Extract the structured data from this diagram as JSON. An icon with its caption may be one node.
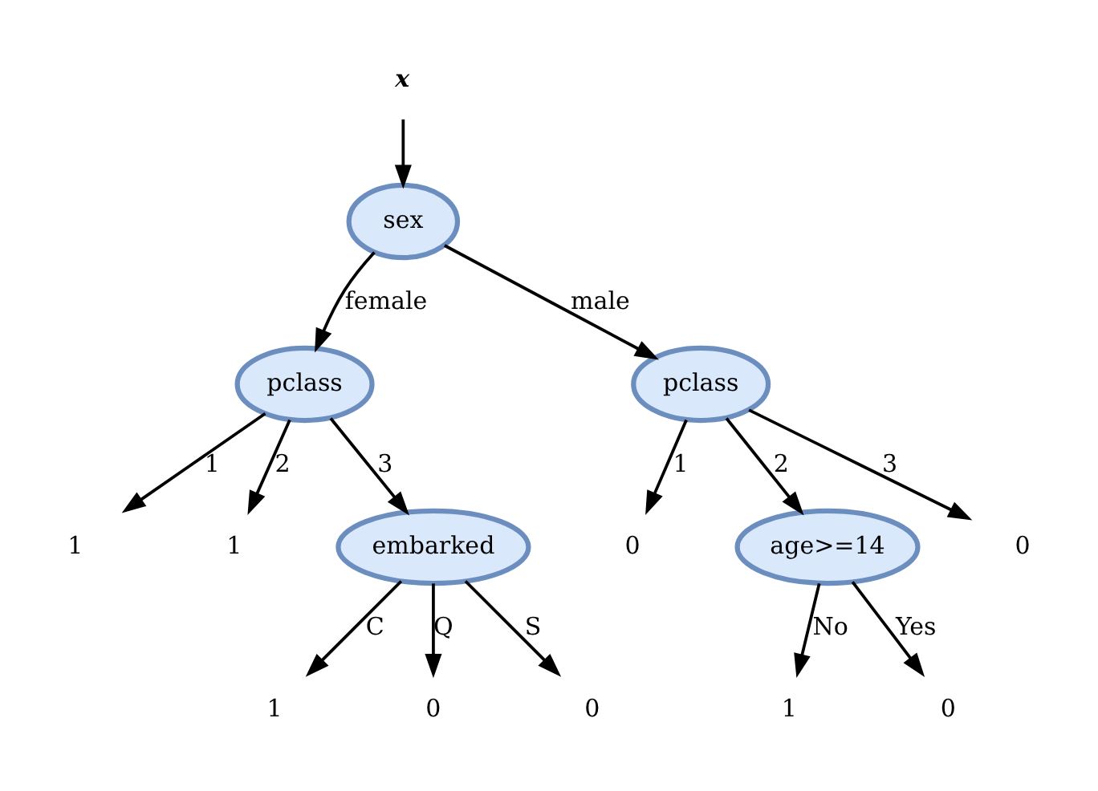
{
  "diagram": {
    "nodes": [
      {
        "text": [
          "x"
        ]
      },
      {
        "text": [
          "sex"
        ]
      },
      {
        "text": [
          "pclass"
        ]
      },
      {
        "text": [
          "pclass"
        ]
      },
      {
        "text": [
          "1"
        ]
      },
      {
        "text": [
          "1"
        ]
      },
      {
        "text": [
          "embarked"
        ]
      },
      {
        "text": [
          "0"
        ]
      },
      {
        "text": [
          "age>=14"
        ]
      },
      {
        "text": [
          "0"
        ]
      },
      {
        "text": [
          "1"
        ]
      },
      {
        "text": [
          "0"
        ]
      },
      {
        "text": [
          "0"
        ]
      },
      {
        "text": [
          "1"
        ]
      },
      {
        "text": [
          "0"
        ]
      }
    ],
    "edges": [
      {
        "from": 0,
        "to": 1,
        "arrow": "to"
      },
      {
        "from": 1,
        "to": 2,
        "arrow": "to",
        "label": "female"
      },
      {
        "from": 1,
        "to": 3,
        "arrow": "to",
        "label": "male"
      },
      {
        "from": 2,
        "to": 4,
        "arrow": "to",
        "label": "1"
      },
      {
        "from": 2,
        "to": 5,
        "arrow": "to",
        "label": "2"
      },
      {
        "from": 2,
        "to": 6,
        "arrow": "to",
        "label": "3"
      },
      {
        "from": 3,
        "to": 7,
        "arrow": "to",
        "label": "1"
      },
      {
        "from": 3,
        "to": 8,
        "arrow": "to",
        "label": "2"
      },
      {
        "from": 3,
        "to": 9,
        "arrow": "to",
        "label": "3"
      },
      {
        "from": 6,
        "to": 10,
        "arrow": "to",
        "label": "C"
      },
      {
        "from": 6,
        "to": 11,
        "arrow": "to",
        "label": "Q"
      },
      {
        "from": 6,
        "to": 12,
        "arrow": "to",
        "label": "S"
      },
      {
        "from": 8,
        "to": 13,
        "arrow": "to",
        "label": "No"
      },
      {
        "from": 8,
        "to": 14,
        "arrow": "to",
        "label": "Yes"
      }
    ]
  }
}
